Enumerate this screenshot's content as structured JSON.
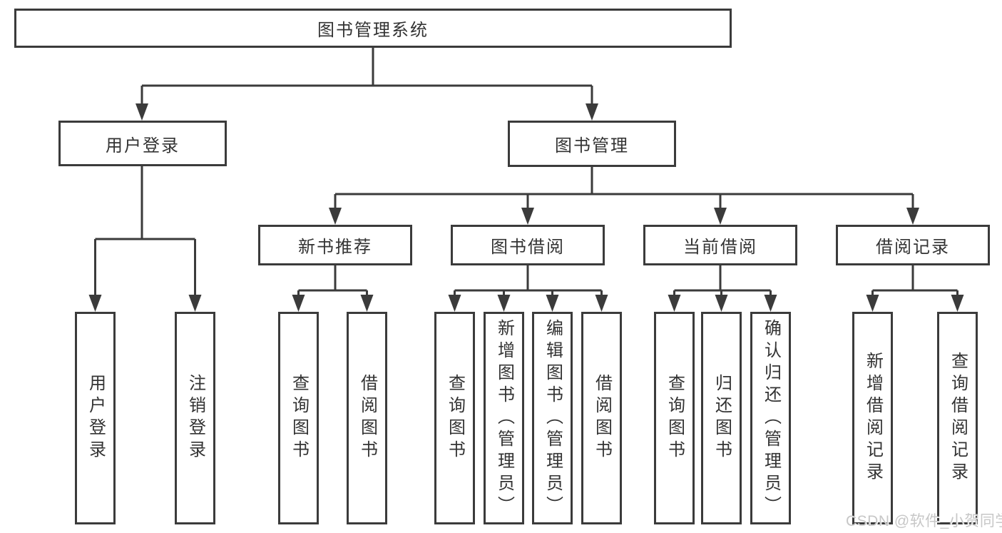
{
  "diagram": {
    "title": "图书管理系统",
    "root": {
      "label": "图书管理系统"
    },
    "branches": [
      {
        "label": "用户登录",
        "children": [
          {
            "label": "用户登录"
          },
          {
            "label": "注销登录"
          }
        ]
      },
      {
        "label": "图书管理",
        "modules": [
          {
            "label": "新书推荐",
            "children": [
              {
                "label": "查询图书"
              },
              {
                "label": "借阅图书"
              }
            ]
          },
          {
            "label": "图书借阅",
            "children": [
              {
                "label": "查询图书"
              },
              {
                "label": "新增图书（管理员）"
              },
              {
                "label": "编辑图书（管理员）"
              },
              {
                "label": "借阅图书"
              }
            ]
          },
          {
            "label": "当前借阅",
            "children": [
              {
                "label": "查询图书"
              },
              {
                "label": "归还图书"
              },
              {
                "label": "确认归还（管理员）"
              }
            ]
          },
          {
            "label": "借阅记录",
            "children": [
              {
                "label": "新增借阅记录"
              },
              {
                "label": "查询借阅记录"
              }
            ]
          }
        ]
      }
    ],
    "colors": {
      "line": "#3b3b3b",
      "text": "#333333",
      "box_background": "#ffffff",
      "watermark": "#c7c7c7"
    }
  },
  "watermark": {
    "text": "CSDN @软件_小贺同学"
  }
}
